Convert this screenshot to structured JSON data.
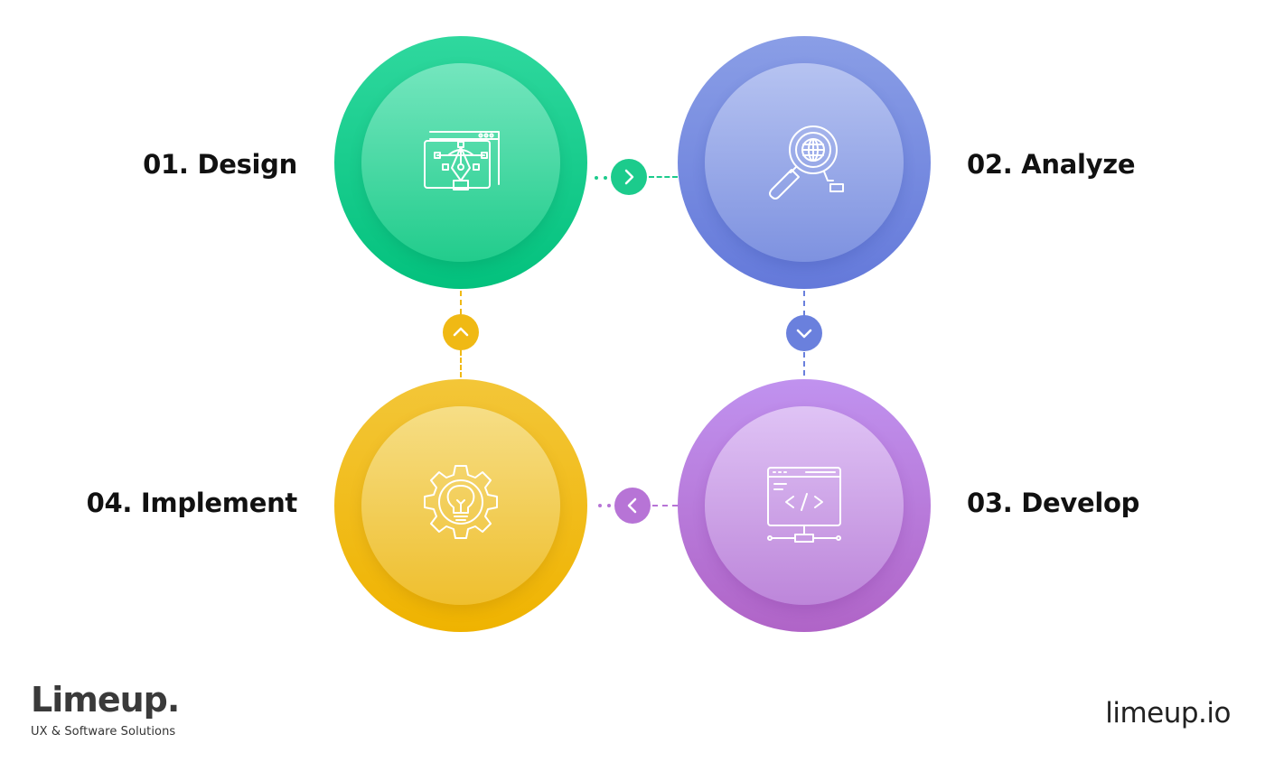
{
  "steps": [
    {
      "label": "01. Design",
      "icon": "pen-tool-design-icon",
      "color": "#0cc585"
    },
    {
      "label": "02. Analyze",
      "icon": "magnifier-globe-icon",
      "color": "#6e83dd"
    },
    {
      "label": "03. Develop",
      "icon": "code-window-icon",
      "color": "#b26fd0"
    },
    {
      "label": "04. Implement",
      "icon": "gear-lightbulb-icon",
      "color": "#f0b80a"
    }
  ],
  "connectors": [
    {
      "from": "01. Design",
      "to": "02. Analyze",
      "arrow": "chevron-right-icon",
      "color": "#1ccb8c"
    },
    {
      "from": "02. Analyze",
      "to": "03. Develop",
      "arrow": "chevron-down-icon",
      "color": "#6a80dd"
    },
    {
      "from": "03. Develop",
      "to": "04. Implement",
      "arrow": "chevron-left-icon",
      "color": "#b774d6"
    },
    {
      "from": "04. Implement",
      "to": "01. Design",
      "arrow": "chevron-up-icon",
      "color": "#f0b914"
    }
  ],
  "footer": {
    "brand_name": "Limeup",
    "brand_dot": ".",
    "tagline": "UX & Software Solutions",
    "site": "limeup.io"
  }
}
